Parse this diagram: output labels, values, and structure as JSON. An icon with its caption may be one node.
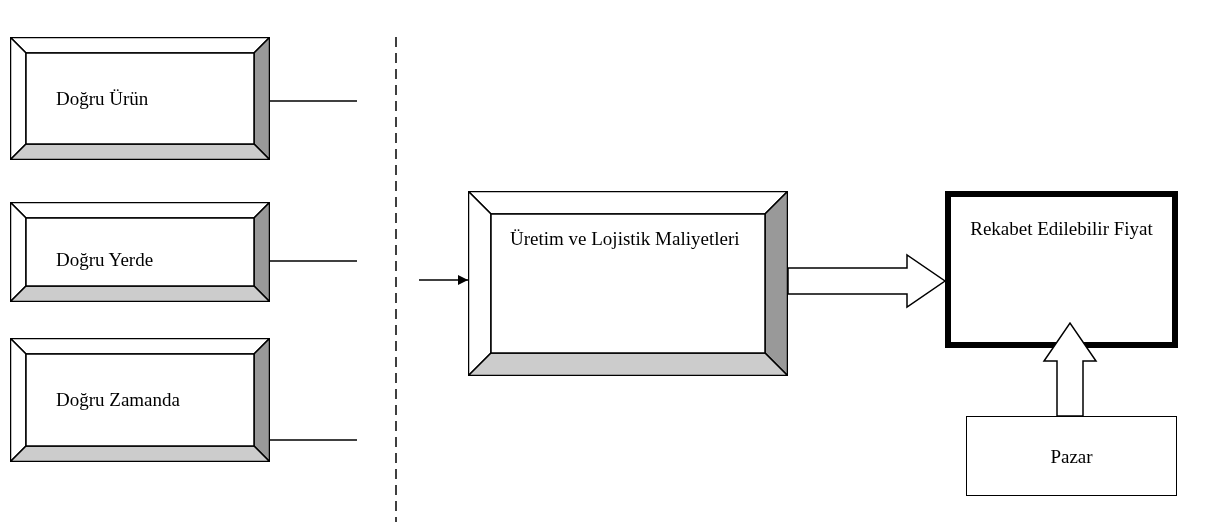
{
  "diagram": {
    "nodes": [
      {
        "text": [
          "Doğru Ürün"
        ]
      },
      {
        "text": [
          "Doğru Yerde"
        ]
      },
      {
        "text": [
          "Doğru Zamanda"
        ]
      },
      {
        "text": [
          "Üretim ve Lojistik Maliyetleri"
        ]
      },
      {
        "text": [
          "Rekabet Edilebilir Fiyat"
        ]
      },
      {
        "text": [
          "Pazar"
        ]
      }
    ],
    "edges": [
      {
        "from": 0,
        "to": null,
        "arrow": "none"
      },
      {
        "from": 1,
        "to": null,
        "arrow": "none"
      },
      {
        "from": 2,
        "to": null,
        "arrow": "none"
      },
      {
        "from": null,
        "to": 3,
        "arrow": "to"
      },
      {
        "from": 3,
        "to": 4,
        "arrow": "to",
        "style": "thick"
      },
      {
        "from": 5,
        "to": 4,
        "arrow": "to",
        "style": "thick"
      }
    ]
  }
}
